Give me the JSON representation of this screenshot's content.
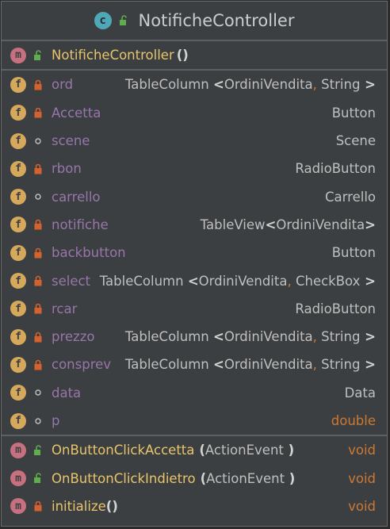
{
  "class": {
    "name": "NotificheController"
  },
  "constructor": {
    "name": "NotificheController",
    "params": "()"
  },
  "fields": [
    {
      "name": "ord",
      "type_pre": "TableColumn ",
      "type_args": [
        "OrdiniVendita",
        "String"
      ],
      "visibility": "private"
    },
    {
      "name": "Accetta",
      "type": "Button",
      "visibility": "private"
    },
    {
      "name": "scene",
      "type": "Scene",
      "visibility": "package"
    },
    {
      "name": "rbon",
      "type": "RadioButton",
      "visibility": "private"
    },
    {
      "name": "carrello",
      "type": "Carrello",
      "visibility": "package"
    },
    {
      "name": "notifiche",
      "type_pre": "TableView",
      "type_args": [
        "OrdiniVendita"
      ],
      "visibility": "private"
    },
    {
      "name": "backbutton",
      "type": "Button",
      "visibility": "private"
    },
    {
      "name": "select",
      "type_pre": "TableColumn ",
      "type_args": [
        "OrdiniVendita",
        "CheckBox"
      ],
      "visibility": "private"
    },
    {
      "name": "rcar",
      "type": "RadioButton",
      "visibility": "private"
    },
    {
      "name": "prezzo",
      "type_pre": "TableColumn ",
      "type_args": [
        "OrdiniVendita",
        "String"
      ],
      "visibility": "private"
    },
    {
      "name": "consprev",
      "type_pre": "TableColumn ",
      "type_args": [
        "OrdiniVendita",
        "String"
      ],
      "visibility": "private"
    },
    {
      "name": "data",
      "type": "Data",
      "visibility": "package"
    },
    {
      "name": "p",
      "type": "double",
      "primitive": true,
      "visibility": "package"
    }
  ],
  "methods": [
    {
      "name": "OnButtonClickAccetta",
      "param": "ActionEvent",
      "return": "void",
      "visibility": "public"
    },
    {
      "name": "OnButtonClickIndietro",
      "param": "ActionEvent",
      "return": "void",
      "visibility": "public"
    },
    {
      "name": "initialize",
      "param": "",
      "return": "void",
      "visibility": "private"
    }
  ],
  "colors": {
    "field_name": "#9876aa",
    "method_name": "#e8c46b",
    "keyword": "#cc7832",
    "public_lock": "#5fae4e",
    "private_lock": "#d4622f"
  }
}
